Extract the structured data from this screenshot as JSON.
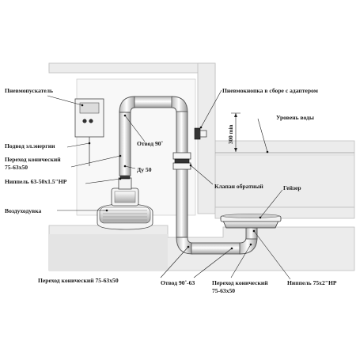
{
  "labels": {
    "pnevmopuskatel": "Пневмопускатель",
    "podvod": "Подвод эл.энергии",
    "perehod_top_1": "Переход конический",
    "perehod_top_2": "75-63х50",
    "nippel_63": "Ниппель 63-50х1.5\"НР",
    "vozduhoduvka": "Воздуходувка",
    "otvod_90_top": "Отвод 90˚",
    "du_50": "Ду 50",
    "pnevmoknopka": "Пневмокнопка в сборе  с адаптером",
    "dim_300": "300 min",
    "uroven_vody": "Уровень воды",
    "klapan": "Клапан обратный",
    "geyzer": "Гейзер",
    "perehod_bottom_left": "Переход конический 75-63х50",
    "otvod_90_63": "Отвод 90˚-63",
    "perehod_bottom_1": "Переход конический",
    "perehod_bottom_2": "75-63х50",
    "nippel_75": "Ниппель 75х2\"НР"
  },
  "colors": {
    "wall_fill": "#ececec",
    "pipe_light": "#ffffff",
    "pipe_dark": "#b8b8b8",
    "line": "#222222"
  }
}
